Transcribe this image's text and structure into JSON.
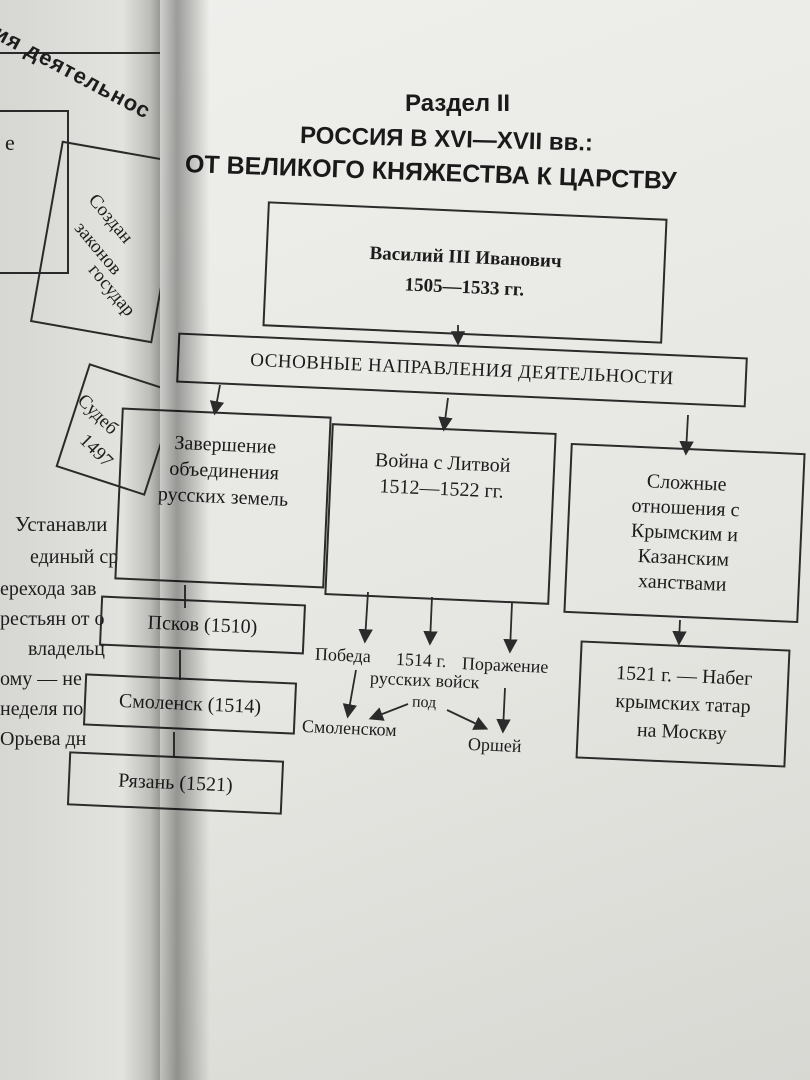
{
  "left_page": {
    "header_fragment": "ия деятельнос",
    "box1_fragment": "е",
    "box2_lines": [
      "Создан",
      "законов",
      "государ"
    ],
    "box3_lines": [
      "Судеб",
      "1497"
    ],
    "text_lines": [
      "Устанавли",
      "единый ср",
      "ерехода зав",
      "рестьян от о",
      "владельц",
      "ому — не",
      "неделя по",
      "Орьева дн"
    ]
  },
  "heading": {
    "section": "Раздел II",
    "title_line1": "РОССИЯ В XVI—XVII вв.:",
    "title_line2": "ОТ ВЕЛИКОГО КНЯЖЕСТВА К ЦАРСТВУ"
  },
  "diagram": {
    "ruler": {
      "name": "Василий III Иванович",
      "years": "1505—1533 гг."
    },
    "directions": "ОСНОВНЫЕ НАПРАВЛЕНИЯ ДЕЯТЕЛЬНОСТИ",
    "branch1": {
      "lines": [
        "Завершение",
        "объединения",
        "русских земель"
      ],
      "items": [
        "Псков (1510)",
        "Смоленск (1514)",
        "Рязань (1521)"
      ]
    },
    "branch2": {
      "lines": [
        "Война с Литвой",
        "1512—1522 гг."
      ],
      "victory": "Победа",
      "year_1514": "1514 г.",
      "defeat": "Поражение",
      "troops": "русских войск",
      "under": "под",
      "smolensk": "Смоленском",
      "orsha": "Оршей"
    },
    "branch3": {
      "lines": [
        "Сложные",
        "отношения с",
        "Крымским и",
        "Казанским",
        "ханствами"
      ],
      "raid_lines": [
        "1521 г. — Набег",
        "крымских татар",
        "на Москву"
      ]
    }
  }
}
